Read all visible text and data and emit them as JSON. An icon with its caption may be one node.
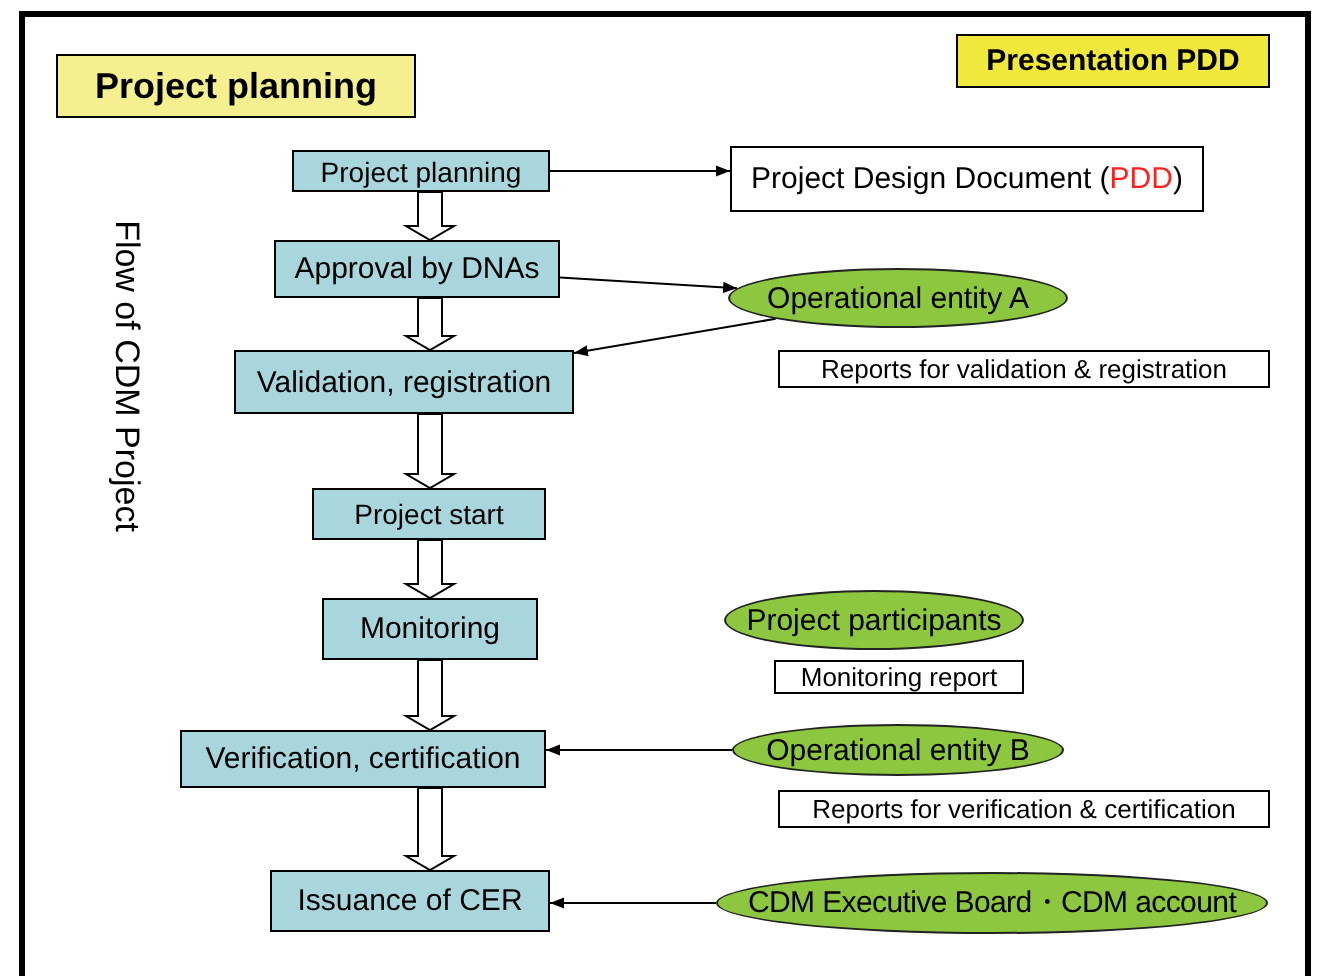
{
  "diagram": {
    "nodes": [
      {
        "text": [
          "Project planning"
        ]
      },
      {
        "text": [
          "Presentation PDD"
        ]
      },
      {
        "text": [
          "Project planning"
        ]
      },
      {
        "text": [
          "Approval by DNAs"
        ]
      },
      {
        "text": [
          "Validation, registration"
        ]
      },
      {
        "text": [
          "Project start"
        ]
      },
      {
        "text": [
          "Monitoring"
        ]
      },
      {
        "text": [
          "Verification, certification"
        ]
      },
      {
        "text": [
          "Issuance of CER"
        ]
      },
      {
        "text": [
          "Project Design Document (PDD)"
        ]
      },
      {
        "text": [
          "Operational entity A"
        ]
      },
      {
        "text": [
          "Reports for validation & registration"
        ]
      },
      {
        "text": [
          "Project participants"
        ]
      },
      {
        "text": [
          "Monitoring report"
        ]
      },
      {
        "text": [
          "Operational entity B"
        ]
      },
      {
        "text": [
          "Reports for verification & certification"
        ]
      },
      {
        "text": [
          "CDM Executive Board・CDM account"
        ]
      }
    ],
    "edges": [
      {
        "from": 2,
        "to": 9,
        "arrow": "to"
      },
      {
        "from": 2,
        "to": 3,
        "arrow": "to",
        "style": "thick"
      },
      {
        "from": 3,
        "to": 4,
        "arrow": "to",
        "style": "thick"
      },
      {
        "from": 4,
        "to": 5,
        "arrow": "to",
        "style": "thick"
      },
      {
        "from": 5,
        "to": 6,
        "arrow": "to",
        "style": "thick"
      },
      {
        "from": 6,
        "to": 7,
        "arrow": "to",
        "style": "thick"
      },
      {
        "from": 7,
        "to": 8,
        "arrow": "to",
        "style": "thick"
      },
      {
        "from": 3,
        "to": 10,
        "arrow": "to"
      },
      {
        "from": 10,
        "to": 4,
        "arrow": "to"
      },
      {
        "from": 14,
        "to": 7,
        "arrow": "to"
      },
      {
        "from": 16,
        "to": 8,
        "arrow": "to"
      }
    ],
    "labels": [
      "Flow of CDM Project"
    ]
  }
}
